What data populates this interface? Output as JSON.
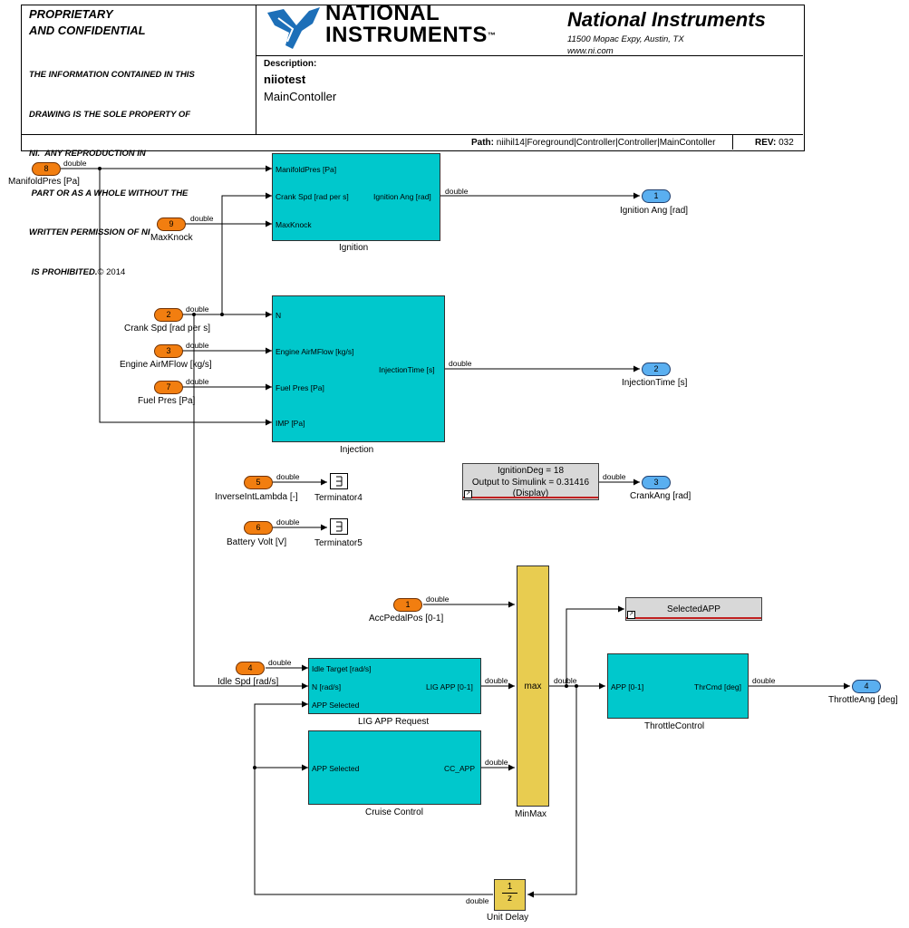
{
  "header": {
    "proprietary_title_1": "PROPRIETARY",
    "proprietary_title_2": "AND CONFIDENTIAL",
    "notice_lines": [
      "THE INFORMATION CONTAINED IN THIS",
      "DRAWING IS THE SOLE PROPERTY OF",
      "NI.  ANY REPRODUCTION IN",
      " PART OR AS A WHOLE WITHOUT THE",
      "WRITTEN PERMISSION OF NI",
      " IS PROHIBITED."
    ],
    "copyright": "© 2014",
    "logo_line_1": "NATIONAL",
    "logo_line_2": "INSTRUMENTS",
    "logo_tm": "™",
    "company_name": "National Instruments",
    "address": "11500 Mopac Expy, Austin, TX",
    "website": "www.ni.com",
    "description_label": "Description:",
    "description_title": "niiotest",
    "description_sub": "MainContoller",
    "path_label": "Path:",
    "path_value": "niihil14|Foreground|Controller|Controller|MainContoller",
    "rev_label": "REV:",
    "rev_value": "032"
  },
  "inports": [
    {
      "num": "8",
      "name": "ManifoldPres [Pa]",
      "signal": "double"
    },
    {
      "num": "9",
      "name": "MaxKnock",
      "signal": "double"
    },
    {
      "num": "2",
      "name": "Crank Spd [rad per s]",
      "signal": "double"
    },
    {
      "num": "3",
      "name": "Engine AirMFlow [kg/s]",
      "signal": "double"
    },
    {
      "num": "7",
      "name": "Fuel Pres [Pa]",
      "signal": "double"
    },
    {
      "num": "5",
      "name": "InverseIntLambda [-]",
      "signal": "double"
    },
    {
      "num": "6",
      "name": "Battery Volt [V]",
      "signal": "double"
    },
    {
      "num": "1",
      "name": "AccPedalPos [0-1]",
      "signal": "double"
    },
    {
      "num": "4",
      "name": "Idle Spd [rad/s]",
      "signal": "double"
    }
  ],
  "outports": [
    {
      "num": "1",
      "name": "Ignition Ang [rad]"
    },
    {
      "num": "2",
      "name": "InjectionTime [s]"
    },
    {
      "num": "3",
      "name": "CrankAng [rad]"
    },
    {
      "num": "4",
      "name": "ThrottleAng [deg]"
    }
  ],
  "blocks": {
    "ignition": {
      "name": "Ignition",
      "in_ports": [
        "ManifoldPres [Pa]",
        "Crank Spd [rad per s]",
        "MaxKnock"
      ],
      "out_port": "Ignition Ang [rad]"
    },
    "injection": {
      "name": "Injection",
      "in_ports": [
        "N",
        "Engine AirMFlow [kg/s]",
        "Fuel Pres [Pa]",
        "IMP [Pa]"
      ],
      "out_port": "InjectionTime [s]"
    },
    "terminator4": {
      "name": "Terminator4"
    },
    "terminator5": {
      "name": "Terminator5"
    },
    "display": {
      "line1": "IgnitionDeg = 18",
      "line2": "Output to Simulink = 0.31416",
      "line3": "(Display)"
    },
    "lig": {
      "name": "LIG APP Request",
      "in_ports": [
        "Idle Target [rad/s]",
        "N [rad/s]",
        "APP Selected"
      ],
      "out_port": "LIG APP [0-1]"
    },
    "cruise": {
      "name": "Cruise Control",
      "in_port": "APP Selected",
      "out_port": "CC_APP"
    },
    "minmax": {
      "name": "MinMax",
      "op": "max"
    },
    "selected": {
      "name": "SelectedAPP"
    },
    "throttle": {
      "name": "ThrottleControl",
      "in_port": "APP [0-1]",
      "out_port": "ThrCmd [deg]"
    },
    "unitdelay": {
      "name": "Unit Delay",
      "num": "1",
      "den": "z"
    }
  },
  "signals": {
    "ignition_out": "double",
    "injection_out": "double",
    "display_out": "double",
    "lig_out": "double",
    "cruise_out": "double",
    "minmax_out": "double",
    "throttle_out": "double",
    "delay_out": "double"
  }
}
